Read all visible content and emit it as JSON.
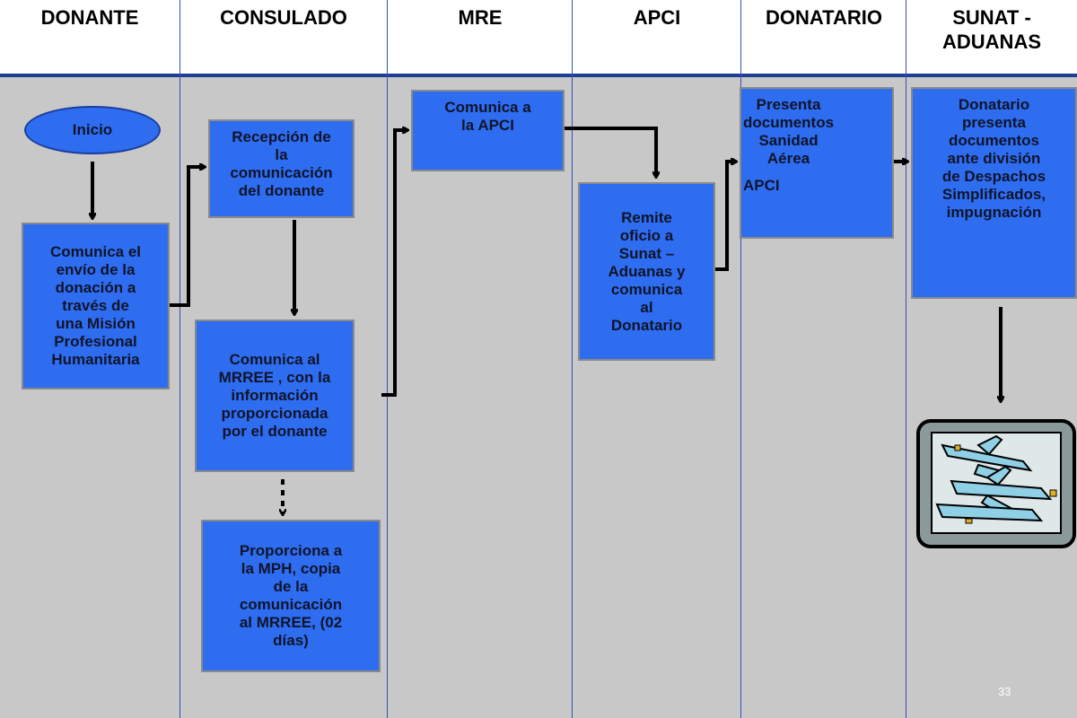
{
  "lanes": [
    "DONANTE",
    "CONSULADO",
    "MRE",
    "APCI",
    "DONATARIO",
    "SUNAT -\nADUANAS"
  ],
  "nodes": {
    "inicio": "Inicio",
    "donante_comunica": "Comunica el\nenvío de la\ndonación a\ntravés de\nuna Misión\nProfesional\nHumanitaria",
    "consulado_recepcion": "Recepción de\nla\ncomunicación\ndel donante",
    "consulado_comunica_mrree": "Comunica al\nMRREE , con la\ninformación\nproporcionada\npor el donante",
    "consulado_proporciona": "Proporciona  a\nla MPH, copia\nde la\ncomunicación\nal MRREE,  (02\ndías)",
    "mre_comunica_apci": "Comunica a\nla APCI",
    "apci_remite": "Remite\noficio a\nSunat –\nAduanas y\ncomunica\nal\nDonatario",
    "donatario_presenta": "Presenta\ndocumentos\nSanidad\nAérea",
    "donatario_presenta_sub": "APCI",
    "sunat_presenta": "Donatario\npresenta\ndocumentos\nante división\nde Despachos\nSimplificados,\nimpugnación"
  },
  "illustration": "airport-airplanes-icon",
  "page_number": "33",
  "colors": {
    "box_fill": "#2e6df0",
    "lane_bg": "#c8c8c8",
    "header_rule": "#1f3f95"
  }
}
